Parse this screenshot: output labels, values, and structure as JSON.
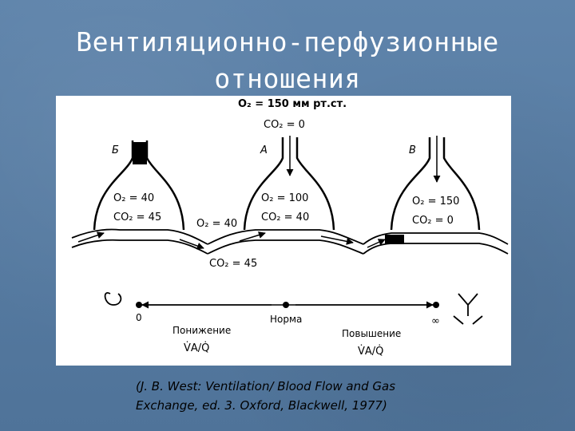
{
  "slide": {
    "title_line1": "Вентиляционно-перфузионные",
    "title_line2": "отношения"
  },
  "figure": {
    "inspired_o2": "O₂ = 150 мм рт.ст.",
    "inspired_co2": "CO₂ = 0",
    "units": [
      {
        "letter": "Б",
        "o2": "O₂ = 40",
        "co2": "CO₂ = 45"
      },
      {
        "letter": "А",
        "o2": "O₂ = 100",
        "co2": "CO₂ = 40"
      },
      {
        "letter": "В",
        "o2": "O₂ = 150",
        "co2": "CO₂ = 0"
      }
    ],
    "venous_o2": "O₂ = 40",
    "venous_co2": "CO₂ = 45",
    "scale": {
      "zero": "0",
      "infinity": "∞",
      "left_label": "Понижение",
      "center_label": "Норма",
      "right_label": "Повышение",
      "ratio_left": "V̇A/Q̇",
      "ratio_right": "V̇A/Q̇"
    }
  },
  "caption": {
    "line1": "(J. B. West: Ventilation/ Blood Flow and Gas",
    "line2": "Exchange, ed. 3. Oxford, Blackwell, 1977)"
  }
}
